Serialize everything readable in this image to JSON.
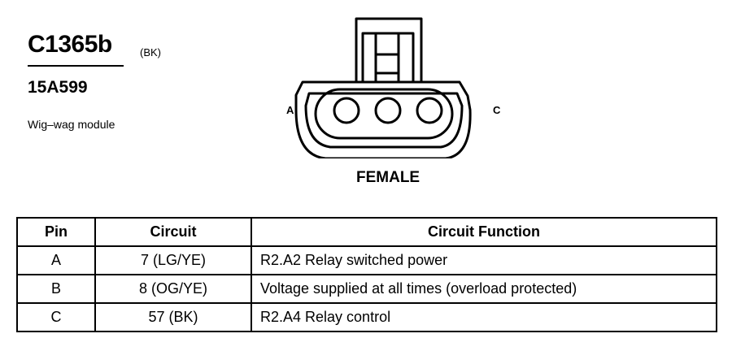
{
  "header": {
    "connector_id": "C1365b",
    "color_code": "(BK)",
    "part_number": "15A599",
    "description": "Wig–wag module"
  },
  "connector": {
    "pin_label_left": "A",
    "pin_label_right": "C",
    "gender": "FEMALE"
  },
  "table": {
    "headers": {
      "pin": "Pin",
      "circuit": "Circuit",
      "function": "Circuit Function"
    },
    "rows": [
      {
        "pin": "A",
        "circuit": "7 (LG/YE)",
        "function": "R2.A2 Relay switched power"
      },
      {
        "pin": "B",
        "circuit": "8 (OG/YE)",
        "function": "Voltage supplied at all times (overload protected)"
      },
      {
        "pin": "C",
        "circuit": "57 (BK)",
        "function": "R2.A4 Relay control"
      }
    ]
  }
}
